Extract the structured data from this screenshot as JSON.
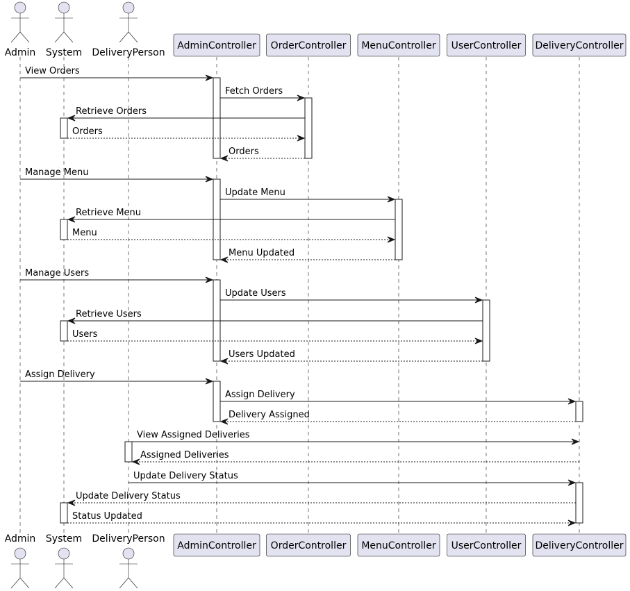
{
  "diagram": {
    "type": "sequence",
    "colors": {
      "participant_fill": "#E2E2F0",
      "participant_stroke": "#181818",
      "line": "#181818",
      "lifeline": "#181818",
      "activation_fill": "#FFFFFF"
    },
    "participants": [
      {
        "id": "Admin",
        "label": "Admin",
        "kind": "actor"
      },
      {
        "id": "System",
        "label": "System",
        "kind": "actor"
      },
      {
        "id": "DeliveryPerson",
        "label": "DeliveryPerson",
        "kind": "actor"
      },
      {
        "id": "AdminController",
        "label": "AdminController",
        "kind": "participant"
      },
      {
        "id": "OrderController",
        "label": "OrderController",
        "kind": "participant"
      },
      {
        "id": "MenuController",
        "label": "MenuController",
        "kind": "participant"
      },
      {
        "id": "UserController",
        "label": "UserController",
        "kind": "participant"
      },
      {
        "id": "DeliveryController",
        "label": "DeliveryController",
        "kind": "participant"
      }
    ],
    "messages": [
      {
        "from": "Admin",
        "to": "AdminController",
        "label": "View Orders",
        "style": "sync"
      },
      {
        "from": "AdminController",
        "to": "OrderController",
        "label": "Fetch Orders",
        "style": "sync"
      },
      {
        "from": "OrderController",
        "to": "System",
        "label": "Retrieve Orders",
        "style": "sync"
      },
      {
        "from": "System",
        "to": "OrderController",
        "label": "Orders",
        "style": "return"
      },
      {
        "from": "OrderController",
        "to": "AdminController",
        "label": "Orders",
        "style": "return"
      },
      {
        "from": "Admin",
        "to": "AdminController",
        "label": "Manage Menu",
        "style": "sync"
      },
      {
        "from": "AdminController",
        "to": "MenuController",
        "label": "Update Menu",
        "style": "sync"
      },
      {
        "from": "MenuController",
        "to": "System",
        "label": "Retrieve Menu",
        "style": "sync"
      },
      {
        "from": "System",
        "to": "MenuController",
        "label": "Menu",
        "style": "return"
      },
      {
        "from": "MenuController",
        "to": "AdminController",
        "label": "Menu Updated",
        "style": "return"
      },
      {
        "from": "Admin",
        "to": "AdminController",
        "label": "Manage Users",
        "style": "sync"
      },
      {
        "from": "AdminController",
        "to": "UserController",
        "label": "Update Users",
        "style": "sync"
      },
      {
        "from": "UserController",
        "to": "System",
        "label": "Retrieve Users",
        "style": "sync"
      },
      {
        "from": "System",
        "to": "UserController",
        "label": "Users",
        "style": "return"
      },
      {
        "from": "UserController",
        "to": "AdminController",
        "label": "Users Updated",
        "style": "return"
      },
      {
        "from": "Admin",
        "to": "AdminController",
        "label": "Assign Delivery",
        "style": "sync"
      },
      {
        "from": "AdminController",
        "to": "DeliveryController",
        "label": "Assign Delivery",
        "style": "sync"
      },
      {
        "from": "DeliveryController",
        "to": "AdminController",
        "label": "Delivery Assigned",
        "style": "return"
      },
      {
        "from": "DeliveryPerson",
        "to": "DeliveryController",
        "label": "View Assigned Deliveries",
        "style": "sync"
      },
      {
        "from": "DeliveryController",
        "to": "DeliveryPerson",
        "label": "Assigned Deliveries",
        "style": "return"
      },
      {
        "from": "DeliveryPerson",
        "to": "DeliveryController",
        "label": "Update Delivery Status",
        "style": "sync"
      },
      {
        "from": "DeliveryController",
        "to": "System",
        "label": "Update Delivery Status",
        "style": "return"
      },
      {
        "from": "System",
        "to": "DeliveryController",
        "label": "Status Updated",
        "style": "return"
      }
    ],
    "activations": [
      {
        "participant": "AdminController",
        "from_msg": 0,
        "to_msg": 4
      },
      {
        "participant": "OrderController",
        "from_msg": 1,
        "to_msg": 4
      },
      {
        "participant": "System",
        "from_msg": 2,
        "to_msg": 3
      },
      {
        "participant": "AdminController",
        "from_msg": 5,
        "to_msg": 9
      },
      {
        "participant": "MenuController",
        "from_msg": 6,
        "to_msg": 9
      },
      {
        "participant": "System",
        "from_msg": 7,
        "to_msg": 8
      },
      {
        "participant": "AdminController",
        "from_msg": 10,
        "to_msg": 14
      },
      {
        "participant": "UserController",
        "from_msg": 11,
        "to_msg": 14
      },
      {
        "participant": "System",
        "from_msg": 12,
        "to_msg": 13
      },
      {
        "participant": "AdminController",
        "from_msg": 15,
        "to_msg": 17
      },
      {
        "participant": "DeliveryController",
        "from_msg": 16,
        "to_msg": 17
      },
      {
        "participant": "DeliveryPerson",
        "from_msg": 18,
        "to_msg": 19
      },
      {
        "participant": "DeliveryController",
        "from_msg": 20,
        "to_msg": 22
      },
      {
        "participant": "System",
        "from_msg": 21,
        "to_msg": 22
      }
    ]
  }
}
